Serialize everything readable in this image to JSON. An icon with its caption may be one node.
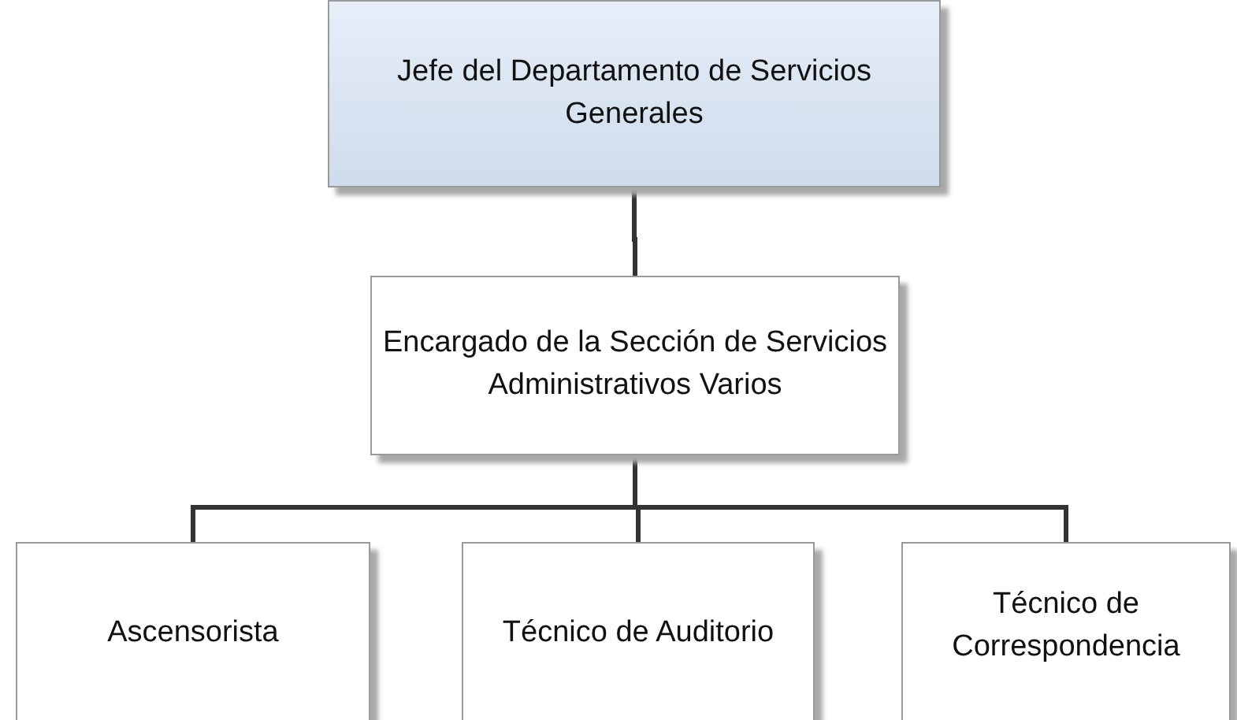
{
  "diagram": {
    "nodes": [
      {
        "text": [
          "Jefe del Departamento de Servicios Generales"
        ]
      },
      {
        "text": [
          "Encargado de la Sección de Servicios Administrativos Varios"
        ]
      },
      {
        "text": [
          "Ascensorista"
        ]
      },
      {
        "text": [
          "Técnico de Auditorio"
        ]
      },
      {
        "text": [
          "Técnico de Correspondencia"
        ]
      }
    ],
    "edges": [
      {
        "from": 0,
        "to": 1,
        "arrow": "none"
      },
      {
        "from": 1,
        "to": 2,
        "arrow": "none"
      },
      {
        "from": 1,
        "to": 3,
        "arrow": "none"
      },
      {
        "from": 1,
        "to": 4,
        "arrow": "none"
      }
    ]
  }
}
